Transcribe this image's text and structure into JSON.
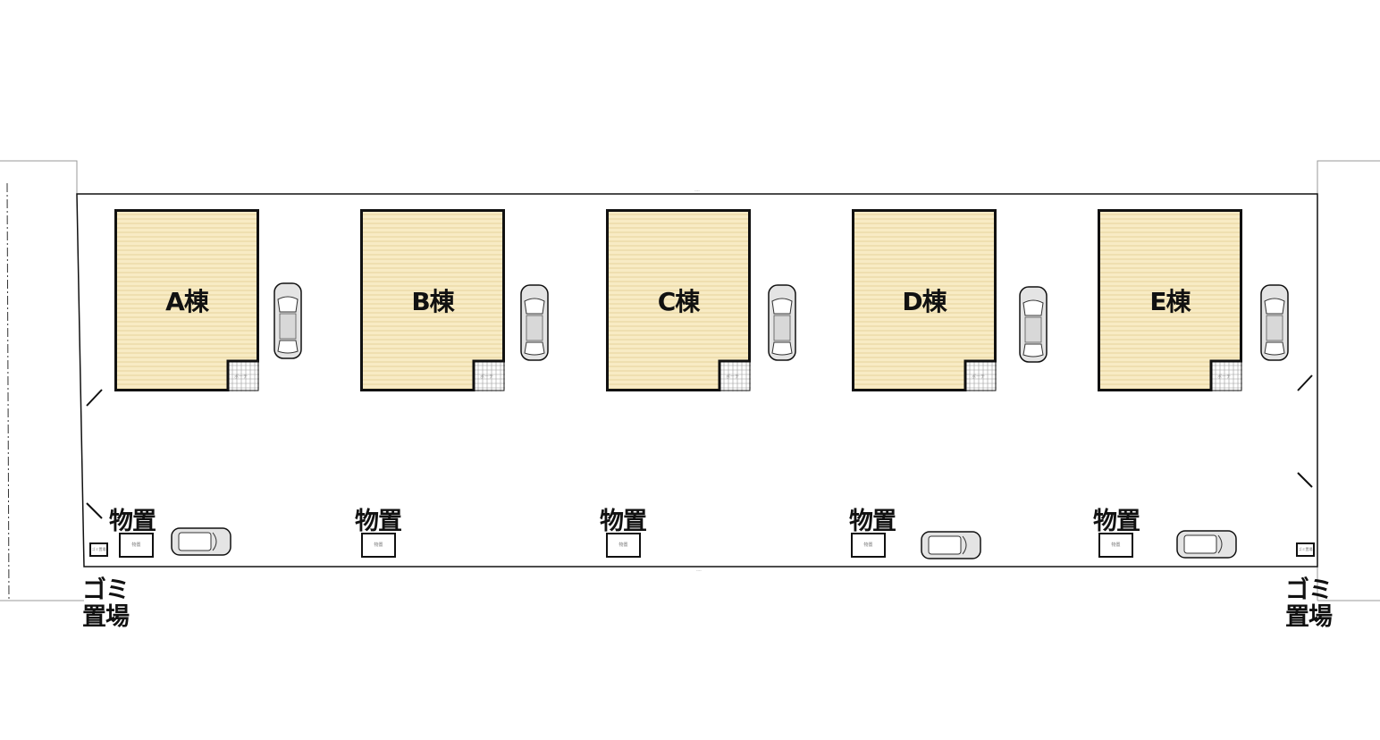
{
  "buildings": [
    {
      "label": "A棟",
      "porch": "ポーチ"
    },
    {
      "label": "B棟",
      "porch": "ポーチ"
    },
    {
      "label": "C棟",
      "porch": "ポーチ"
    },
    {
      "label": "D棟",
      "porch": "ポーチ"
    },
    {
      "label": "E棟",
      "porch": "ポーチ"
    }
  ],
  "sheds": [
    {
      "label": "物置",
      "box": "物置"
    },
    {
      "label": "物置",
      "box": "物置"
    },
    {
      "label": "物置",
      "box": "物置"
    },
    {
      "label": "物置",
      "box": "物置"
    },
    {
      "label": "物置",
      "box": "物置"
    }
  ],
  "garbage": {
    "label_line1": "ゴミ",
    "label_line2": "置場",
    "box": "ゴミ置場"
  },
  "colors": {
    "building_fill": "#f8ebc4",
    "building_lines": "#e6d39c",
    "outline": "#111111"
  }
}
